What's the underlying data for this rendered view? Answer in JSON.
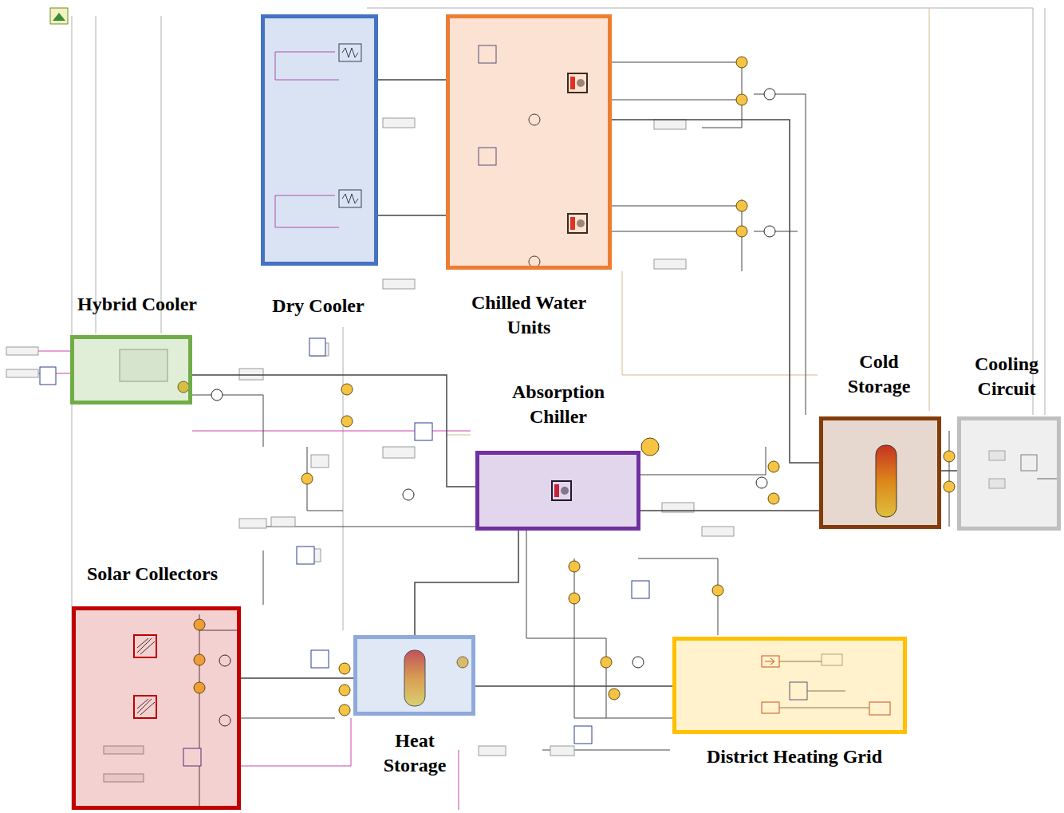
{
  "diagram": {
    "nodes": [
      {
        "text": [
          "Dry Cooler"
        ]
      },
      {
        "text": [
          "Chilled Water Units"
        ]
      },
      {
        "text": [
          "Hybrid Cooler"
        ]
      },
      {
        "text": [
          "Absorption Chiller"
        ]
      },
      {
        "text": [
          "Cold Storage"
        ]
      },
      {
        "text": [
          "Cooling Circuit"
        ]
      },
      {
        "text": [
          "Solar Collectors"
        ]
      },
      {
        "text": [
          "Heat Storage"
        ]
      },
      {
        "text": [
          "District Heating Grid"
        ]
      }
    ],
    "edges": [
      {
        "from": 0,
        "to": 1,
        "arrow": "none"
      },
      {
        "from": 0,
        "to": 1,
        "arrow": "none"
      },
      {
        "from": 1,
        "to": 4,
        "arrow": "none"
      },
      {
        "from": 3,
        "to": 4,
        "arrow": "none"
      },
      {
        "from": 4,
        "to": 5,
        "arrow": "none"
      },
      {
        "from": 2,
        "to": 3,
        "arrow": "none"
      },
      {
        "from": 6,
        "to": 7,
        "arrow": "none"
      },
      {
        "from": 7,
        "to": 3,
        "arrow": "none"
      },
      {
        "from": 7,
        "to": 8,
        "arrow": "none"
      }
    ]
  }
}
